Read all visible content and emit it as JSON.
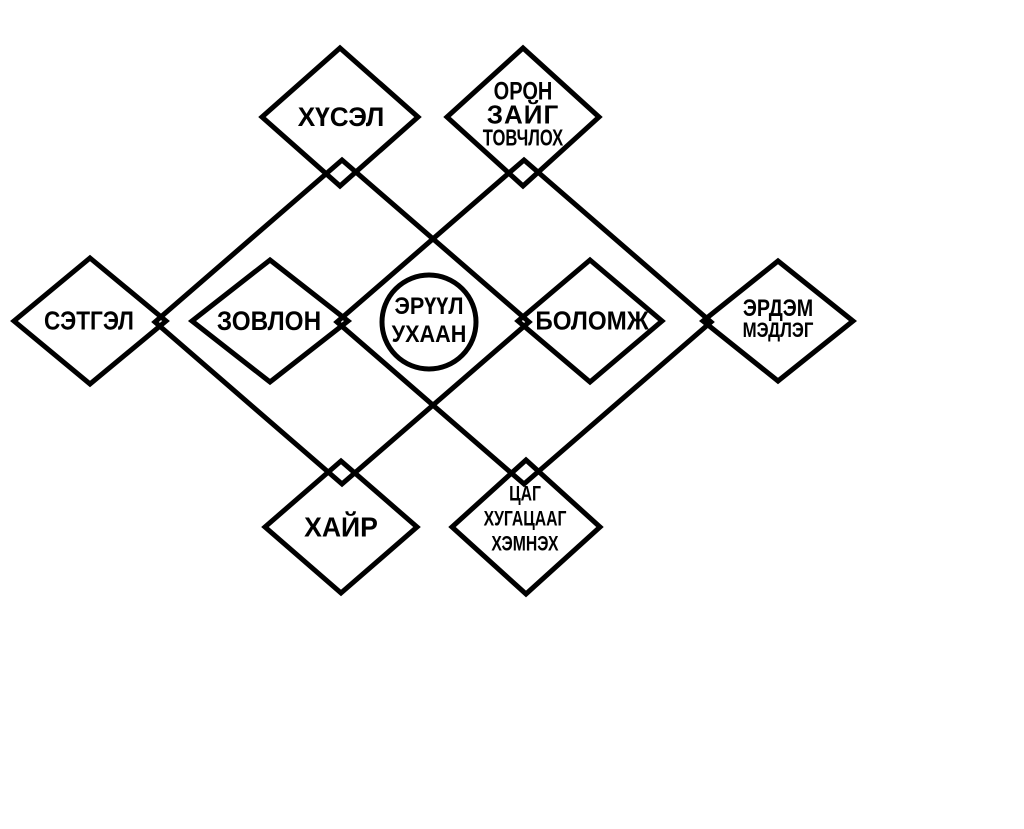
{
  "diagram": {
    "title": "mind-map of overlapping diamonds",
    "colors": {
      "line": "#000000",
      "background": "#ffffff",
      "text": "#000000"
    },
    "center": {
      "lines": [
        "ЭРҮҮЛ",
        "УХААН"
      ]
    },
    "nodes": {
      "husel": {
        "label": "ХҮСЭЛ"
      },
      "oron_zaig": {
        "lines": [
          "ОРОН",
          "ЗАЙГ",
          "ТОВЧЛОХ"
        ]
      },
      "setgel": {
        "label": "СЭТГЭЛ"
      },
      "zovlon": {
        "label": "ЗОВЛОН"
      },
      "bolomj": {
        "label": "БОЛОМЖ"
      },
      "erdem": {
        "lines": [
          "ЭРДЭМ",
          "МЭДЛЭГ"
        ]
      },
      "hair": {
        "label": "ХАЙР"
      },
      "tsag": {
        "lines": [
          "ЦАГ",
          "ХУГАЦААГ",
          "ХЭМНЭХ"
        ]
      }
    }
  }
}
